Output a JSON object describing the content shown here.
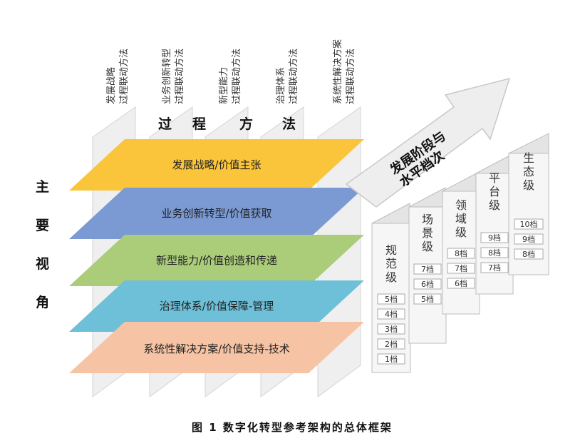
{
  "columns": [
    {
      "line1": "发展战略",
      "line2": "过程联动方法"
    },
    {
      "line1": "业务创新转型",
      "line2": "过程联动方法"
    },
    {
      "line1": "新型能力",
      "line2": "过程联动方法"
    },
    {
      "line1": "治理体系",
      "line2": "过程联动方法"
    },
    {
      "line1": "系统性解决方案",
      "line2": "过程联动方法"
    }
  ],
  "process_method_chars": [
    "过",
    "程",
    "方",
    "法"
  ],
  "bands": [
    "发展战略/价值主张",
    "业务创新转型/价值获取",
    "新型能力/价值创造和传递",
    "治理体系/价值保障-管理",
    "系统性解决方案/价值支持-技术"
  ],
  "main_perspective_chars": [
    "主",
    "要",
    "视",
    "角"
  ],
  "arrow": {
    "line1": "发展阶段与",
    "line2": "水平档次"
  },
  "levels": [
    {
      "chars": [
        "规",
        "范",
        "级"
      ],
      "tiers": [
        "5档",
        "4档",
        "3档",
        "2档",
        "1档"
      ]
    },
    {
      "chars": [
        "场",
        "景",
        "级"
      ],
      "tiers": [
        "7档",
        "6档",
        "5档"
      ]
    },
    {
      "chars": [
        "领",
        "域",
        "级"
      ],
      "tiers": [
        "8档",
        "7档",
        "6档"
      ]
    },
    {
      "chars": [
        "平",
        "台",
        "级"
      ],
      "tiers": [
        "9档",
        "8档",
        "7档"
      ]
    },
    {
      "chars": [
        "生",
        "态",
        "级"
      ],
      "tiers": [
        "10档",
        "9档",
        "8档"
      ]
    }
  ],
  "caption": "图 1   数字化转型参考架构的总体框架",
  "colors": {
    "strategy": "#fac53a",
    "business": "#7b9ad3",
    "capability": "#abcd7a",
    "governance": "#6ec0d8",
    "solution": "#f6c4a4"
  }
}
